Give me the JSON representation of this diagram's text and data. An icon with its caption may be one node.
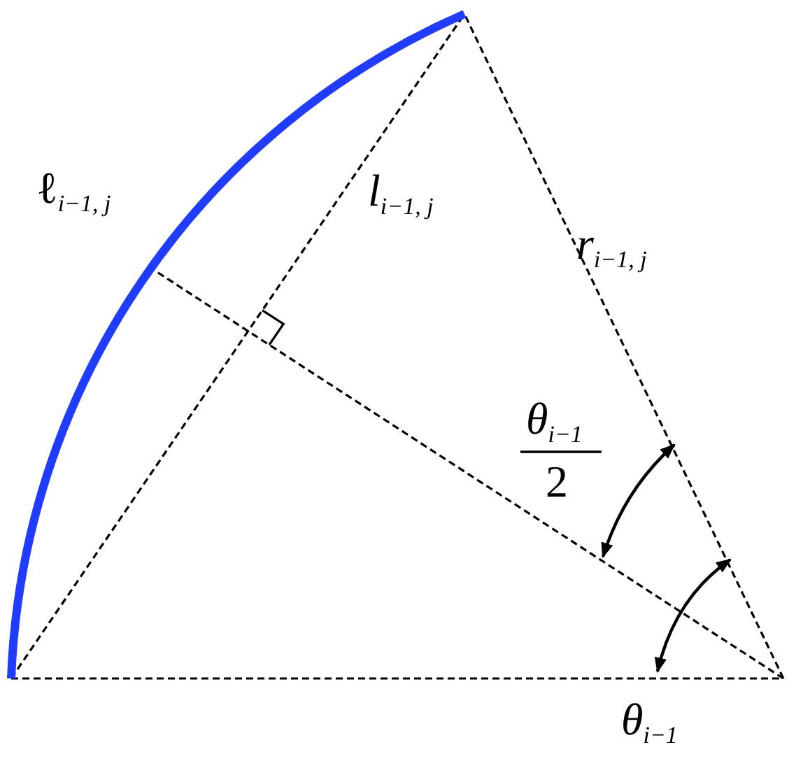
{
  "diagram": {
    "labels": [
      "ℓ$_{i−1, j}$",
      "*l*$_{i−1, j}$",
      "*r*$_{i−1, j}$",
      "*θ*$_{i−1}$",
      "2",
      "*θ*$_{i−1}$"
    ]
  }
}
